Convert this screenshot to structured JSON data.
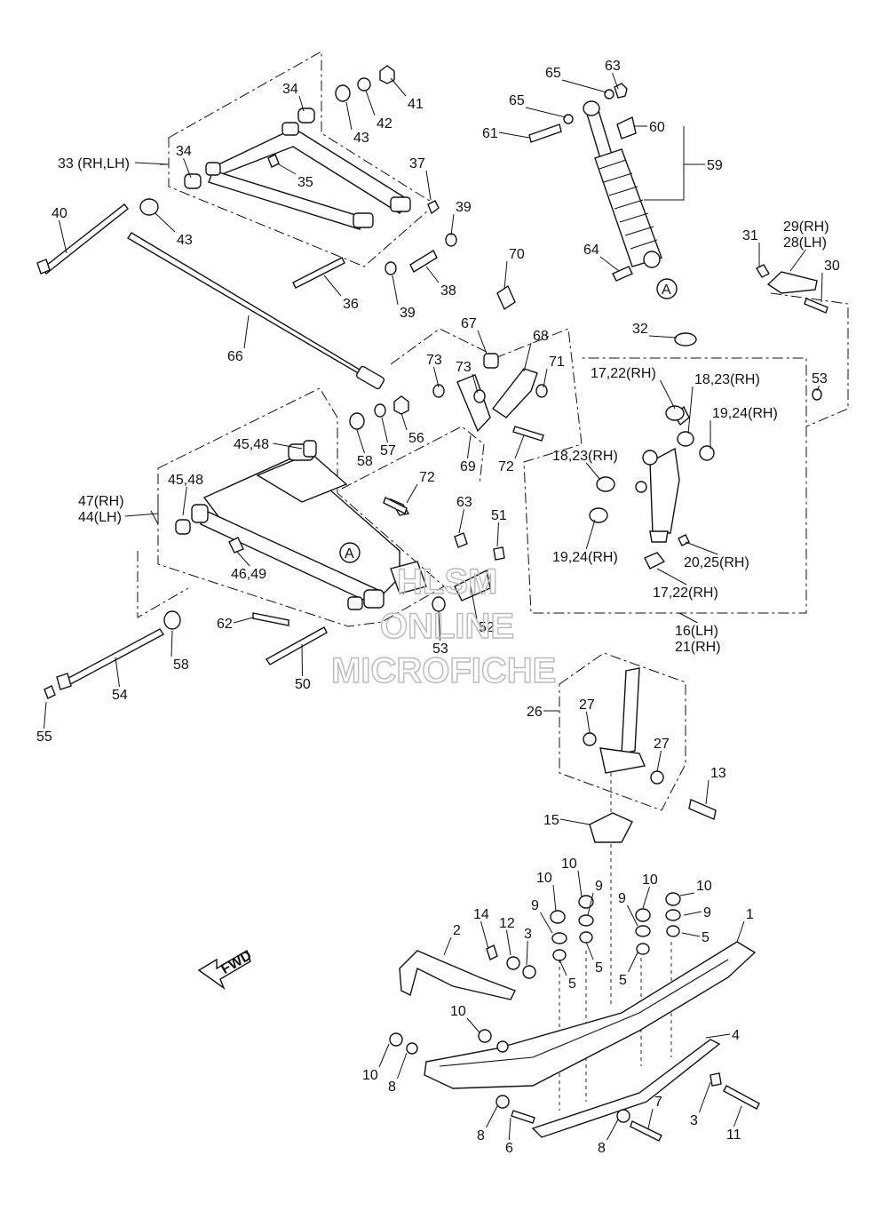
{
  "callouts": [
    {
      "id": "c-1",
      "text": "1"
    },
    {
      "id": "c-2",
      "text": "2"
    },
    {
      "id": "c-3a",
      "text": "3"
    },
    {
      "id": "c-3b",
      "text": "3"
    },
    {
      "id": "c-4",
      "text": "4"
    },
    {
      "id": "c-5a",
      "text": "5"
    },
    {
      "id": "c-5b",
      "text": "5"
    },
    {
      "id": "c-5c",
      "text": "5"
    },
    {
      "id": "c-5d",
      "text": "5"
    },
    {
      "id": "c-6",
      "text": "6"
    },
    {
      "id": "c-7",
      "text": "7"
    },
    {
      "id": "c-8a",
      "text": "8"
    },
    {
      "id": "c-8b",
      "text": "8"
    },
    {
      "id": "c-8c",
      "text": "8"
    },
    {
      "id": "c-9a",
      "text": "9"
    },
    {
      "id": "c-9b",
      "text": "9"
    },
    {
      "id": "c-9c",
      "text": "9"
    },
    {
      "id": "c-9d",
      "text": "9"
    },
    {
      "id": "c-10a",
      "text": "10"
    },
    {
      "id": "c-10b",
      "text": "10"
    },
    {
      "id": "c-10c",
      "text": "10"
    },
    {
      "id": "c-10d",
      "text": "10"
    },
    {
      "id": "c-10e",
      "text": "10"
    },
    {
      "id": "c-10f",
      "text": "10"
    },
    {
      "id": "c-11",
      "text": "11"
    },
    {
      "id": "c-12",
      "text": "12"
    },
    {
      "id": "c-13",
      "text": "13"
    },
    {
      "id": "c-14",
      "text": "14"
    },
    {
      "id": "c-15",
      "text": "15"
    },
    {
      "id": "c-16-21a",
      "text": "16(LH)"
    },
    {
      "id": "c-16-21b",
      "text": "21(RH)"
    },
    {
      "id": "c-17-22a",
      "text": "17,22(RH)"
    },
    {
      "id": "c-17-22b",
      "text": "17,22(RH)"
    },
    {
      "id": "c-18-23a",
      "text": "18,23(RH)"
    },
    {
      "id": "c-18-23b",
      "text": "18,23(RH)"
    },
    {
      "id": "c-19-24a",
      "text": "19,24(RH)"
    },
    {
      "id": "c-19-24b",
      "text": "19,24(RH)"
    },
    {
      "id": "c-20-25",
      "text": "20,25(RH)"
    },
    {
      "id": "c-26",
      "text": "26"
    },
    {
      "id": "c-27a",
      "text": "27"
    },
    {
      "id": "c-27b",
      "text": "27"
    },
    {
      "id": "c-29",
      "text": "29(RH)"
    },
    {
      "id": "c-28",
      "text": "28(LH)"
    },
    {
      "id": "c-30",
      "text": "30"
    },
    {
      "id": "c-31",
      "text": "31"
    },
    {
      "id": "c-32",
      "text": "32"
    },
    {
      "id": "c-33",
      "text": "33 (RH,LH)"
    },
    {
      "id": "c-34a",
      "text": "34"
    },
    {
      "id": "c-34b",
      "text": "34"
    },
    {
      "id": "c-35",
      "text": "35"
    },
    {
      "id": "c-36",
      "text": "36"
    },
    {
      "id": "c-37",
      "text": "37"
    },
    {
      "id": "c-38",
      "text": "38"
    },
    {
      "id": "c-39a",
      "text": "39"
    },
    {
      "id": "c-39b",
      "text": "39"
    },
    {
      "id": "c-40",
      "text": "40"
    },
    {
      "id": "c-41",
      "text": "41"
    },
    {
      "id": "c-42",
      "text": "42"
    },
    {
      "id": "c-43a",
      "text": "43"
    },
    {
      "id": "c-43b",
      "text": "43"
    },
    {
      "id": "c-47",
      "text": "47(RH)"
    },
    {
      "id": "c-44",
      "text": "44(LH)"
    },
    {
      "id": "c-45-48a",
      "text": "45,48"
    },
    {
      "id": "c-45-48b",
      "text": "45,48"
    },
    {
      "id": "c-46-49",
      "text": "46,49"
    },
    {
      "id": "c-50",
      "text": "50"
    },
    {
      "id": "c-51",
      "text": "51"
    },
    {
      "id": "c-52",
      "text": "52"
    },
    {
      "id": "c-53a",
      "text": "53"
    },
    {
      "id": "c-53b",
      "text": "53"
    },
    {
      "id": "c-54",
      "text": "54"
    },
    {
      "id": "c-55",
      "text": "55"
    },
    {
      "id": "c-56",
      "text": "56"
    },
    {
      "id": "c-57",
      "text": "57"
    },
    {
      "id": "c-58a",
      "text": "58"
    },
    {
      "id": "c-58b",
      "text": "58"
    },
    {
      "id": "c-59",
      "text": "59"
    },
    {
      "id": "c-60",
      "text": "60"
    },
    {
      "id": "c-61",
      "text": "61"
    },
    {
      "id": "c-62",
      "text": "62"
    },
    {
      "id": "c-63a",
      "text": "63"
    },
    {
      "id": "c-63b",
      "text": "63"
    },
    {
      "id": "c-64",
      "text": "64"
    },
    {
      "id": "c-65a",
      "text": "65"
    },
    {
      "id": "c-65b",
      "text": "65"
    },
    {
      "id": "c-66",
      "text": "66"
    },
    {
      "id": "c-67",
      "text": "67"
    },
    {
      "id": "c-68",
      "text": "68"
    },
    {
      "id": "c-69",
      "text": "69"
    },
    {
      "id": "c-70",
      "text": "70"
    },
    {
      "id": "c-71",
      "text": "71"
    },
    {
      "id": "c-72a",
      "text": "72"
    },
    {
      "id": "c-72b",
      "text": "72"
    },
    {
      "id": "c-73a",
      "text": "73"
    },
    {
      "id": "c-73b",
      "text": "73"
    }
  ],
  "reference_marks": [
    {
      "id": "ref-a-1",
      "text": "A"
    },
    {
      "id": "ref-a-2",
      "text": "A"
    }
  ],
  "direction_arrow": {
    "text": "FWD"
  },
  "watermark": {
    "line1": "HLSM",
    "line2": "ONLINE",
    "line3": "MICROFICHE"
  }
}
